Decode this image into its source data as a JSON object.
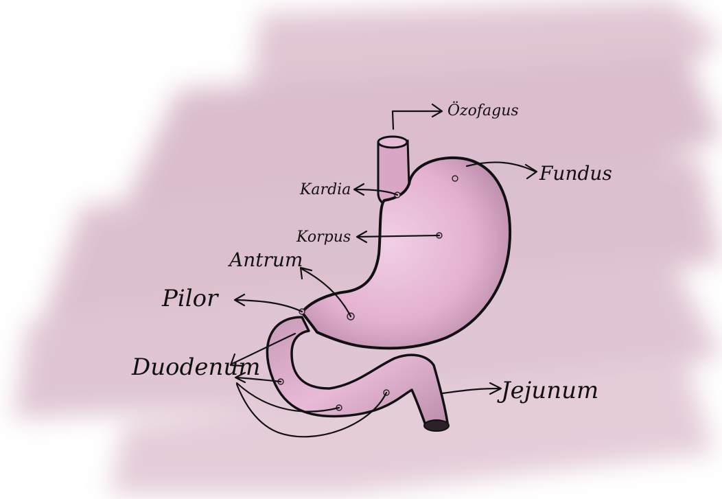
{
  "diagram": {
    "labels": {
      "ozofagus": "Özofagus",
      "fundus": "Fundus",
      "kardia": "Kardia",
      "korpus": "Korpus",
      "antrum": "Antrum",
      "pilor": "Pilor",
      "duodenum": "Duodenum",
      "jejunum": "Jejunum"
    },
    "colors": {
      "background_brush": "#ccaabb",
      "stomach": "#e7b9d6",
      "stomach_shadow": "#6e5a68",
      "outline": "#111111"
    }
  }
}
